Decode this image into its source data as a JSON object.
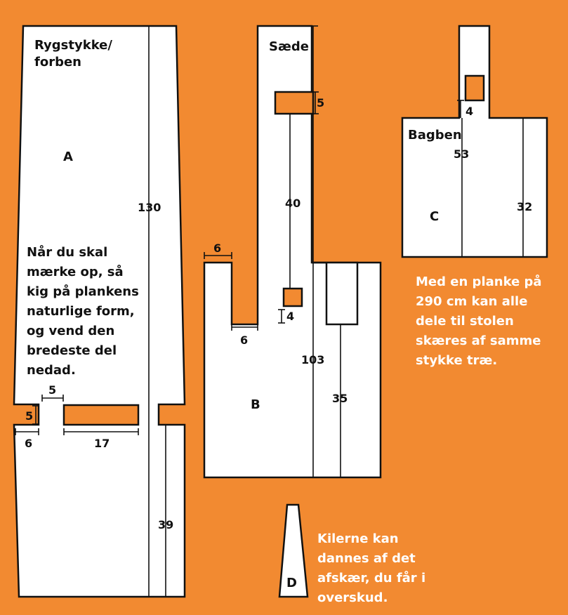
{
  "colors": {
    "background": "#F28A31",
    "piece_fill": "#FFFFFF",
    "outline": "#111111",
    "note_light": "#FFFFFF"
  },
  "piece_a": {
    "name": "Rygstykke/\nforben",
    "letter": "A",
    "dim_length": "130",
    "dim_lower": "39",
    "dim_notch_depth": "5",
    "dim_notch_width": "5",
    "dim_left": "6",
    "dim_slot": "17"
  },
  "piece_b": {
    "name": "Sæde",
    "letter": "B",
    "dim_top_slot": "5",
    "dim_gap": "40",
    "dim_small": "4",
    "dim_prong": "6",
    "dim_prong_gap": "6",
    "dim_length": "103",
    "dim_right": "35"
  },
  "piece_c": {
    "name": "Bagben",
    "letter": "C",
    "dim_tab": "4",
    "dim_length": "53",
    "dim_side": "32"
  },
  "piece_d": {
    "letter": "D"
  },
  "notes": {
    "marking": "Når du skal\nmærke op, så\nkig på plankens\nnaturlige form,\nog vend den\nbredeste del\nnedad.",
    "plank": "Med en planke på\n290 cm kan alle\ndele til stolen\nskæres af samme\nstykke træ.",
    "wedges": "Kilerne kan\ndannes af det\nafskær, du får i\noverskud."
  }
}
